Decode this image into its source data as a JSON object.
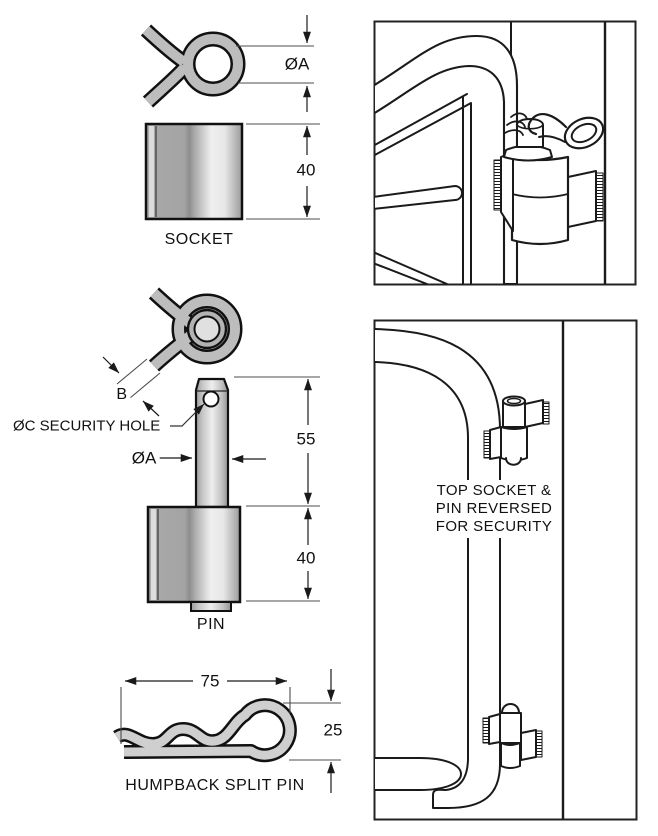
{
  "title": "Gate hinge socket, pin and split pin technical diagram",
  "socket_view": {
    "dim_a": "ØA",
    "dim_h": "40",
    "caption": "SOCKET"
  },
  "pin_view": {
    "dim_b": "B",
    "security_hole": "ØC SECURITY HOLE",
    "dim_a": "ØA",
    "dim_shaft": "55",
    "dim_barrel": "40",
    "caption": "PIN"
  },
  "split_pin_view": {
    "dim_len": "75",
    "dim_h": "25",
    "caption": "HUMPBACK SPLIT PIN"
  },
  "installation_note": {
    "line1": "TOP SOCKET &",
    "line2": "PIN REVERSED",
    "line3": "FOR SECURITY"
  },
  "colors": {
    "outline": "#1a1a1a",
    "metal_mid": "#a9a9a9",
    "metal_highlight": "#efefef",
    "clip_gray": "#bdbdbd",
    "background": "#ffffff"
  }
}
